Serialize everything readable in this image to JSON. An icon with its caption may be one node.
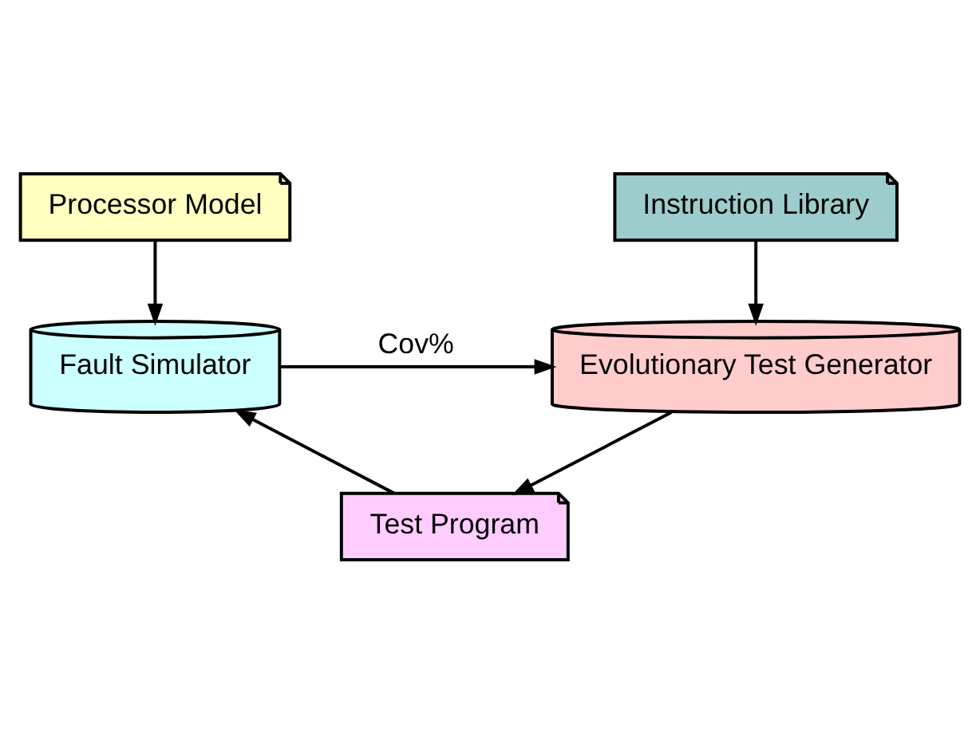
{
  "diagram": {
    "nodes": [
      {
        "text": [
          "Instruction Library"
        ]
      },
      {
        "text": [
          "Processor Model"
        ]
      },
      {
        "text": [
          "Evolutionary Test Generator"
        ]
      },
      {
        "text": [
          "Fault Simulator"
        ]
      },
      {
        "text": [
          "Test Program"
        ]
      }
    ],
    "edges": [
      {
        "from": 0,
        "to": 2,
        "arrow": "to"
      },
      {
        "from": 1,
        "to": 3,
        "arrow": "to"
      },
      {
        "from": 3,
        "to": 2,
        "arrow": "to",
        "label": "Cov%"
      },
      {
        "from": 2,
        "to": 4,
        "arrow": "to"
      },
      {
        "from": 4,
        "to": 3,
        "arrow": "to"
      }
    ]
  }
}
